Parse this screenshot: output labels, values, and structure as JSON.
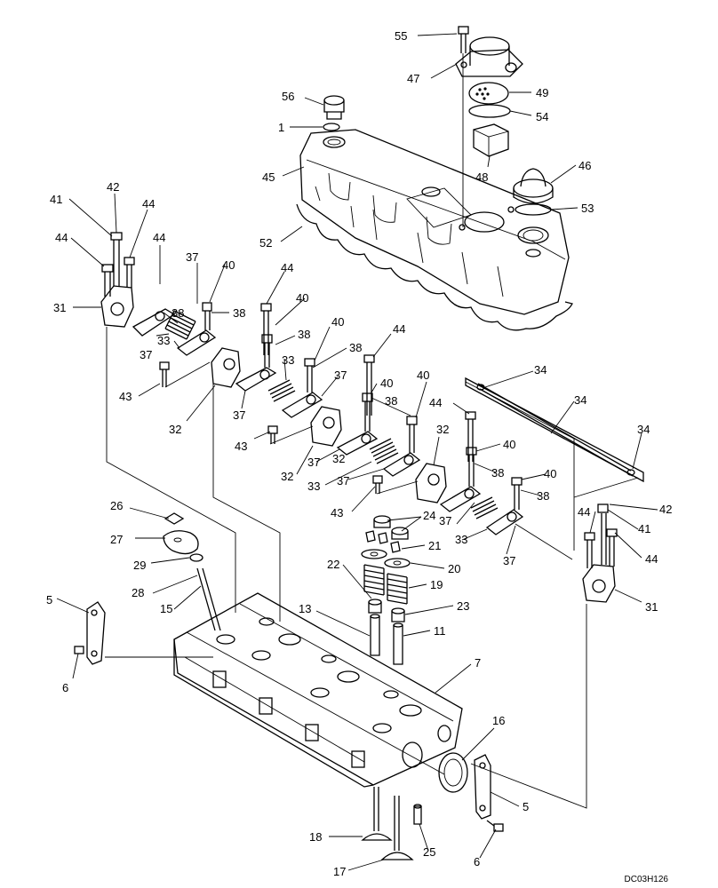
{
  "diagram": {
    "code": "DC03H126",
    "labels": [
      {
        "id": "l55",
        "text": "55"
      },
      {
        "id": "l47",
        "text": "47"
      },
      {
        "id": "l49",
        "text": "49"
      },
      {
        "id": "l54",
        "text": "54"
      },
      {
        "id": "l56",
        "text": "56"
      },
      {
        "id": "l1",
        "text": "1"
      },
      {
        "id": "l48",
        "text": "48"
      },
      {
        "id": "l46",
        "text": "46"
      },
      {
        "id": "l45",
        "text": "45"
      },
      {
        "id": "l53",
        "text": "53"
      },
      {
        "id": "l52",
        "text": "52"
      },
      {
        "id": "l42a",
        "text": "42"
      },
      {
        "id": "l41a",
        "text": "41"
      },
      {
        "id": "l44a",
        "text": "44"
      },
      {
        "id": "l44b",
        "text": "44"
      },
      {
        "id": "l44c",
        "text": "44"
      },
      {
        "id": "l37a",
        "text": "37"
      },
      {
        "id": "l40a",
        "text": "40"
      },
      {
        "id": "l44d",
        "text": "44"
      },
      {
        "id": "l31a",
        "text": "31"
      },
      {
        "id": "l38a",
        "text": "38"
      },
      {
        "id": "l38b",
        "text": "38"
      },
      {
        "id": "l40b",
        "text": "40"
      },
      {
        "id": "l37b",
        "text": "37"
      },
      {
        "id": "l33a",
        "text": "33"
      },
      {
        "id": "l38c",
        "text": "38"
      },
      {
        "id": "l40c",
        "text": "40"
      },
      {
        "id": "l38d",
        "text": "38"
      },
      {
        "id": "l44e",
        "text": "44"
      },
      {
        "id": "l43a",
        "text": "43"
      },
      {
        "id": "l33b",
        "text": "33"
      },
      {
        "id": "l37c",
        "text": "37"
      },
      {
        "id": "l32a",
        "text": "32"
      },
      {
        "id": "l37d",
        "text": "37"
      },
      {
        "id": "l40d",
        "text": "40"
      },
      {
        "id": "l40e",
        "text": "40"
      },
      {
        "id": "l38e",
        "text": "38"
      },
      {
        "id": "l43b",
        "text": "43"
      },
      {
        "id": "l34a",
        "text": "34"
      },
      {
        "id": "l34b",
        "text": "34"
      },
      {
        "id": "l44f",
        "text": "44"
      },
      {
        "id": "l32b",
        "text": "32"
      },
      {
        "id": "l37e",
        "text": "37"
      },
      {
        "id": "l32c",
        "text": "32"
      },
      {
        "id": "l32d",
        "text": "32"
      },
      {
        "id": "l40f",
        "text": "40"
      },
      {
        "id": "l33c",
        "text": "33"
      },
      {
        "id": "l37f",
        "text": "37"
      },
      {
        "id": "l38f",
        "text": "38"
      },
      {
        "id": "l34c",
        "text": "34"
      },
      {
        "id": "l43c",
        "text": "43"
      },
      {
        "id": "l40g",
        "text": "40"
      },
      {
        "id": "l38g",
        "text": "38"
      },
      {
        "id": "l26",
        "text": "26"
      },
      {
        "id": "l24",
        "text": "24"
      },
      {
        "id": "l42b",
        "text": "42"
      },
      {
        "id": "l27",
        "text": "27"
      },
      {
        "id": "l37g",
        "text": "37"
      },
      {
        "id": "l33d",
        "text": "33"
      },
      {
        "id": "l44g",
        "text": "44"
      },
      {
        "id": "l41b",
        "text": "41"
      },
      {
        "id": "l21",
        "text": "21"
      },
      {
        "id": "l44h",
        "text": "44"
      },
      {
        "id": "l37h",
        "text": "37"
      },
      {
        "id": "l29",
        "text": "29"
      },
      {
        "id": "l22",
        "text": "22"
      },
      {
        "id": "l20",
        "text": "20"
      },
      {
        "id": "l28",
        "text": "28"
      },
      {
        "id": "l19",
        "text": "19"
      },
      {
        "id": "l15",
        "text": "15"
      },
      {
        "id": "l31b",
        "text": "31"
      },
      {
        "id": "l5a",
        "text": "5"
      },
      {
        "id": "l13",
        "text": "13"
      },
      {
        "id": "l23",
        "text": "23"
      },
      {
        "id": "l11",
        "text": "11"
      },
      {
        "id": "l6a",
        "text": "6"
      },
      {
        "id": "l7",
        "text": "7"
      },
      {
        "id": "l16",
        "text": "16"
      },
      {
        "id": "l5b",
        "text": "5"
      },
      {
        "id": "l18",
        "text": "18"
      },
      {
        "id": "l25",
        "text": "25"
      },
      {
        "id": "l6b",
        "text": "6"
      },
      {
        "id": "l17",
        "text": "17"
      }
    ]
  }
}
